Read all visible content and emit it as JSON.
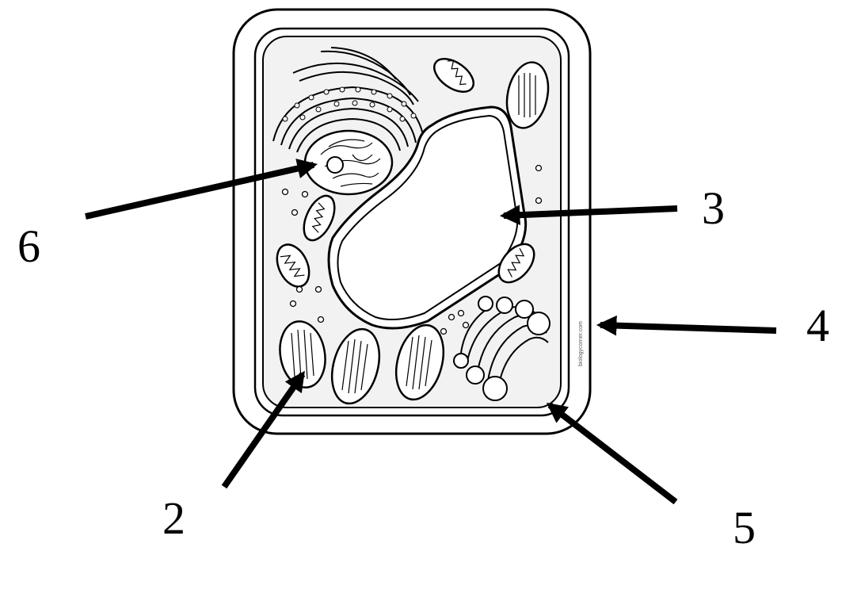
{
  "diagram": {
    "labels": [
      {
        "id": "label-2",
        "text": "2"
      },
      {
        "id": "label-3",
        "text": "3"
      },
      {
        "id": "label-4",
        "text": "4"
      },
      {
        "id": "label-5",
        "text": "5"
      },
      {
        "id": "label-6",
        "text": "6"
      }
    ],
    "watermark": "biologycorner.com",
    "colors": {
      "ink": "#000000",
      "background": "#ffffff",
      "cytoplasm": "#f2f2f2"
    }
  }
}
